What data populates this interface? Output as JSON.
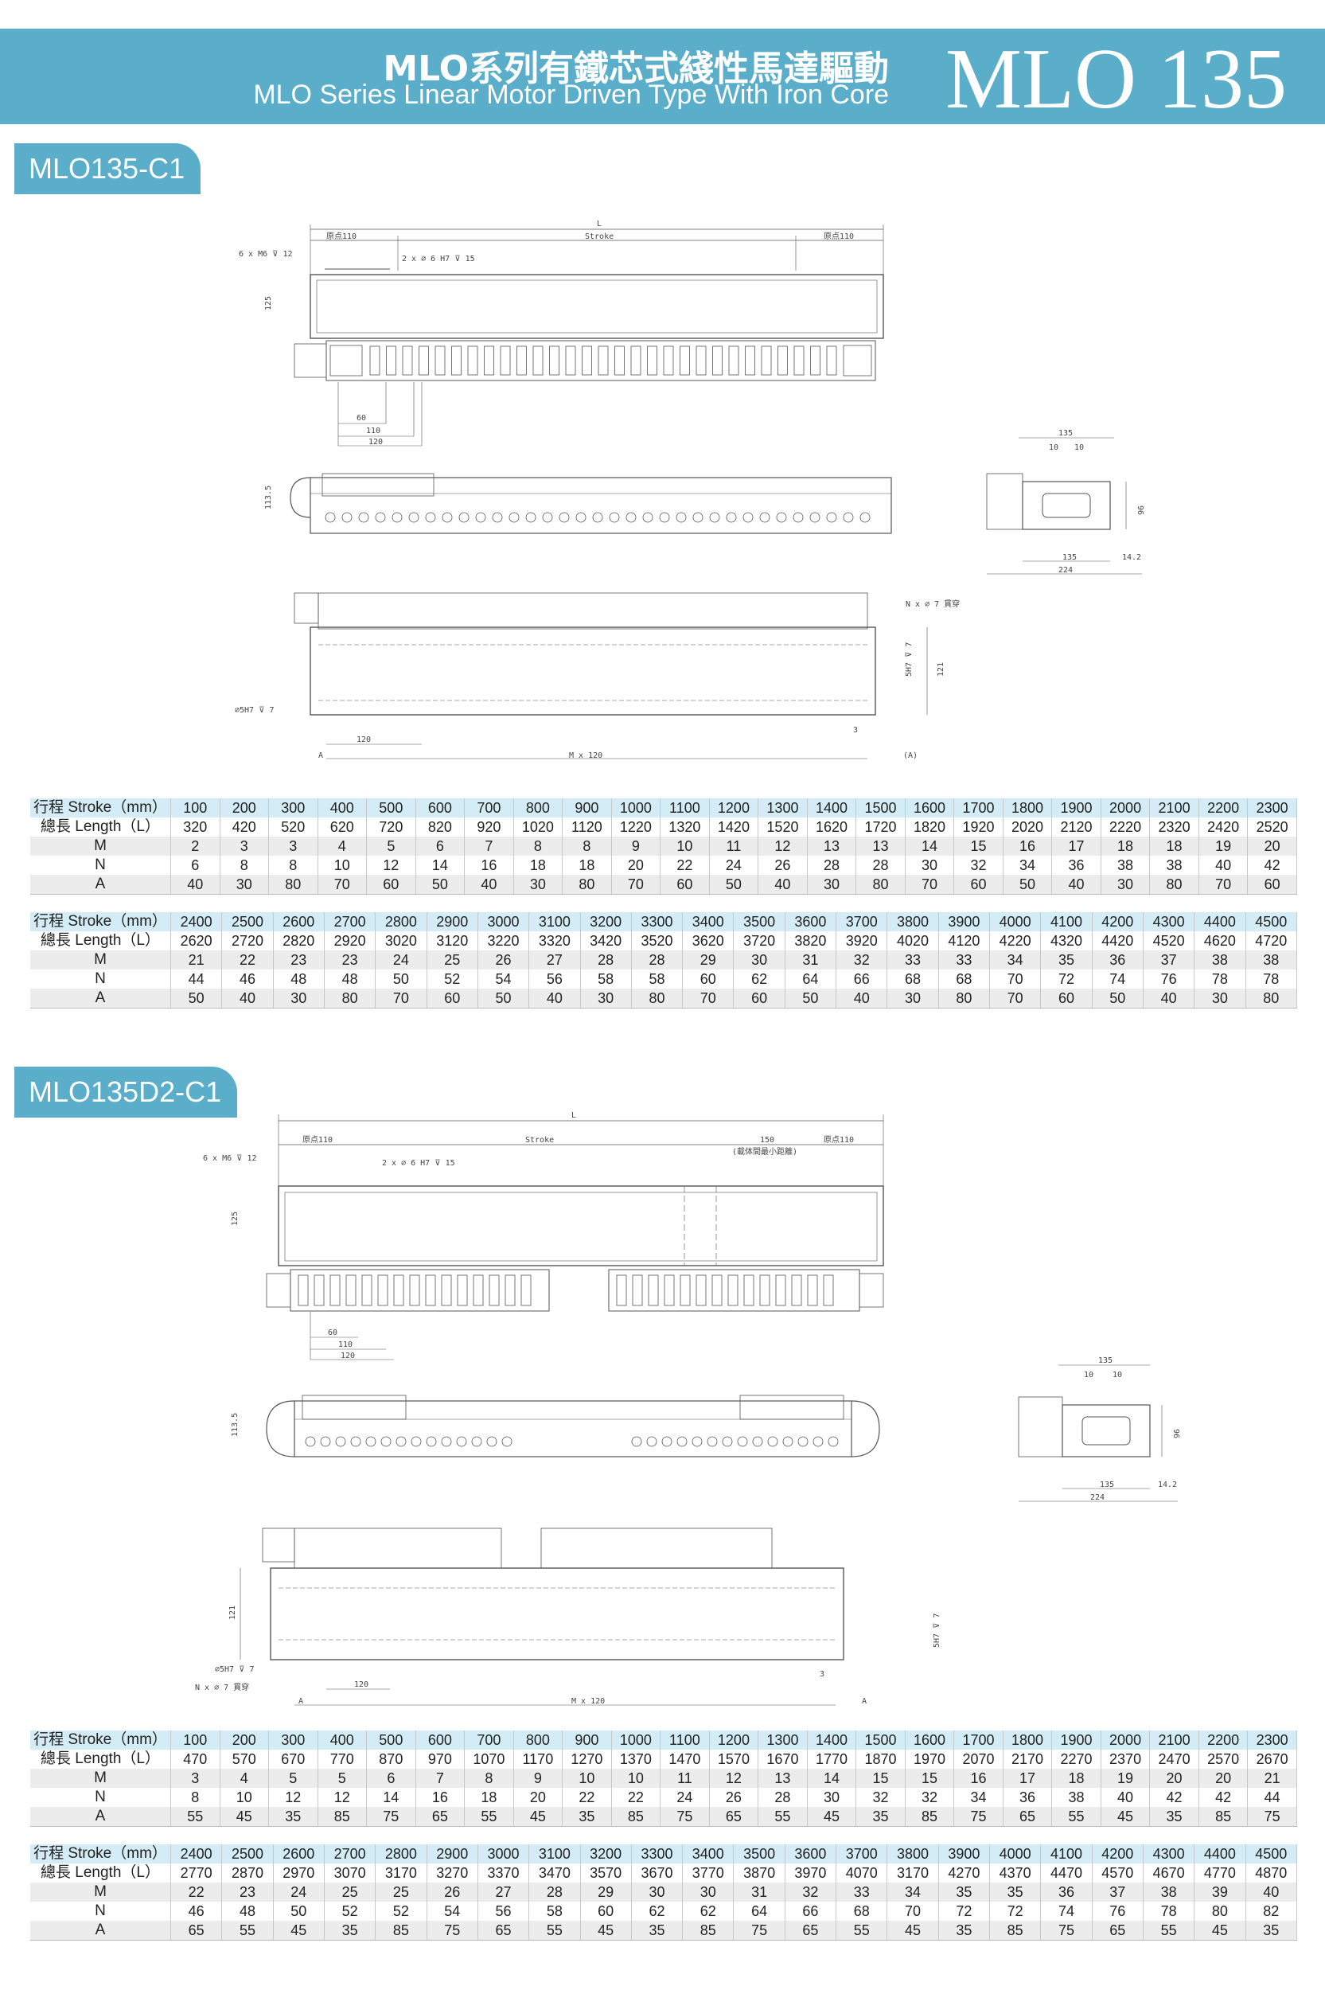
{
  "header": {
    "title_zh": "MLO系列有鐵芯式綫性馬達驅動",
    "title_en": "MLO Series Linear Motor Driven Type With Iron Core",
    "model": "MLO 135"
  },
  "sections": [
    {
      "title": "MLO135-C1",
      "drawing": {
        "top": {
          "L": "L",
          "stroke": "Stroke",
          "origin_left": "原点110",
          "origin_right": "原点110",
          "bolt": "6 x  M6  ⊽ 12",
          "pin": "2 x  ⌀ 6 H7 ⊽ 15",
          "height": "125",
          "d60": "60",
          "d110": "110",
          "d120": "120"
        },
        "side": {
          "height": "113.5"
        },
        "end": {
          "w135": "135",
          "d10a": "10",
          "d10b": "10",
          "h96": "96",
          "b135": "135",
          "b142": "14.2",
          "b224": "224"
        },
        "bottom": {
          "nhole": "N x ⌀ 7 貫穿",
          "pin": "⌀5H7 ⊽ 7",
          "d5h7": "5H7 ⊽ 7",
          "h121": "121",
          "d120": "120",
          "d3": "3",
          "a_left": "A",
          "mx": "M x 120",
          "a_right": "(A)"
        }
      },
      "tables": [
        {
          "rows": [
            {
              "label": "行程 Stroke（mm）",
              "values": [
                "100",
                "200",
                "300",
                "400",
                "500",
                "600",
                "700",
                "800",
                "900",
                "1000",
                "1100",
                "1200",
                "1300",
                "1400",
                "1500",
                "1600",
                "1700",
                "1800",
                "1900",
                "2000",
                "2100",
                "2200",
                "2300"
              ]
            },
            {
              "label": "總長 Length（L）",
              "values": [
                "320",
                "420",
                "520",
                "620",
                "720",
                "820",
                "920",
                "1020",
                "1120",
                "1220",
                "1320",
                "1420",
                "1520",
                "1620",
                "1720",
                "1820",
                "1920",
                "2020",
                "2120",
                "2220",
                "2320",
                "2420",
                "2520"
              ]
            },
            {
              "label": "M",
              "values": [
                "2",
                "3",
                "3",
                "4",
                "5",
                "6",
                "7",
                "8",
                "8",
                "9",
                "10",
                "11",
                "12",
                "13",
                "13",
                "14",
                "15",
                "16",
                "17",
                "18",
                "18",
                "19",
                "20"
              ]
            },
            {
              "label": "N",
              "values": [
                "6",
                "8",
                "8",
                "10",
                "12",
                "14",
                "16",
                "18",
                "18",
                "20",
                "22",
                "24",
                "26",
                "28",
                "28",
                "30",
                "32",
                "34",
                "36",
                "38",
                "38",
                "40",
                "42"
              ]
            },
            {
              "label": "A",
              "values": [
                "40",
                "30",
                "80",
                "70",
                "60",
                "50",
                "40",
                "30",
                "80",
                "70",
                "60",
                "50",
                "40",
                "30",
                "80",
                "70",
                "60",
                "50",
                "40",
                "30",
                "80",
                "70",
                "60"
              ]
            }
          ]
        },
        {
          "rows": [
            {
              "label": "行程 Stroke（mm）",
              "values": [
                "2400",
                "2500",
                "2600",
                "2700",
                "2800",
                "2900",
                "3000",
                "3100",
                "3200",
                "3300",
                "3400",
                "3500",
                "3600",
                "3700",
                "3800",
                "3900",
                "4000",
                "4100",
                "4200",
                "4300",
                "4400",
                "4500"
              ]
            },
            {
              "label": "總長 Length（L）",
              "values": [
                "2620",
                "2720",
                "2820",
                "2920",
                "3020",
                "3120",
                "3220",
                "3320",
                "3420",
                "3520",
                "3620",
                "3720",
                "3820",
                "3920",
                "4020",
                "4120",
                "4220",
                "4320",
                "4420",
                "4520",
                "4620",
                "4720"
              ]
            },
            {
              "label": "M",
              "values": [
                "21",
                "22",
                "23",
                "23",
                "24",
                "25",
                "26",
                "27",
                "28",
                "28",
                "29",
                "30",
                "31",
                "32",
                "33",
                "33",
                "34",
                "35",
                "36",
                "37",
                "38",
                "38"
              ]
            },
            {
              "label": "N",
              "values": [
                "44",
                "46",
                "48",
                "48",
                "50",
                "52",
                "54",
                "56",
                "58",
                "58",
                "60",
                "62",
                "64",
                "66",
                "68",
                "68",
                "70",
                "72",
                "74",
                "76",
                "78",
                "78"
              ]
            },
            {
              "label": "A",
              "values": [
                "50",
                "40",
                "30",
                "80",
                "70",
                "60",
                "50",
                "40",
                "30",
                "80",
                "70",
                "60",
                "50",
                "40",
                "30",
                "80",
                "70",
                "60",
                "50",
                "40",
                "30",
                "80"
              ]
            }
          ]
        }
      ]
    },
    {
      "title": "MLO135D2-C1",
      "drawing": {
        "top": {
          "L": "L",
          "stroke": "Stroke",
          "origin_left": "原点110",
          "origin_right": "原点110",
          "gap": "150",
          "gap_note": "(載体間最小距離)",
          "bolt": "6 x  M6  ⊽ 12",
          "pin": "2 x  ⌀ 6 H7 ⊽ 15",
          "height": "125",
          "d60": "60",
          "d110": "110",
          "d120": "120"
        },
        "side": {
          "height": "113.5"
        },
        "end": {
          "w135": "135",
          "d10a": "10",
          "d10b": "10",
          "h96": "96",
          "b135": "135",
          "b142": "14.2",
          "b224": "224"
        },
        "bottom": {
          "nhole": "N x ⌀ 7 貫穿",
          "pin": "⌀5H7 ⊽ 7",
          "d5h7": "5H7 ⊽ 7",
          "h121": "121",
          "d120": "120",
          "d3": "3",
          "a_left": "A",
          "mx": "M x 120",
          "a_right": "A"
        }
      },
      "tables": [
        {
          "rows": [
            {
              "label": "行程 Stroke（mm）",
              "values": [
                "100",
                "200",
                "300",
                "400",
                "500",
                "600",
                "700",
                "800",
                "900",
                "1000",
                "1100",
                "1200",
                "1300",
                "1400",
                "1500",
                "1600",
                "1700",
                "1800",
                "1900",
                "2000",
                "2100",
                "2200",
                "2300"
              ]
            },
            {
              "label": "總長 Length（L）",
              "values": [
                "470",
                "570",
                "670",
                "770",
                "870",
                "970",
                "1070",
                "1170",
                "1270",
                "1370",
                "1470",
                "1570",
                "1670",
                "1770",
                "1870",
                "1970",
                "2070",
                "2170",
                "2270",
                "2370",
                "2470",
                "2570",
                "2670"
              ]
            },
            {
              "label": "M",
              "values": [
                "3",
                "4",
                "5",
                "5",
                "6",
                "7",
                "8",
                "9",
                "10",
                "10",
                "11",
                "12",
                "13",
                "14",
                "15",
                "15",
                "16",
                "17",
                "18",
                "19",
                "20",
                "20",
                "21"
              ]
            },
            {
              "label": "N",
              "values": [
                "8",
                "10",
                "12",
                "12",
                "14",
                "16",
                "18",
                "20",
                "22",
                "22",
                "24",
                "26",
                "28",
                "30",
                "32",
                "32",
                "34",
                "36",
                "38",
                "40",
                "42",
                "42",
                "44"
              ]
            },
            {
              "label": "A",
              "values": [
                "55",
                "45",
                "35",
                "85",
                "75",
                "65",
                "55",
                "45",
                "35",
                "85",
                "75",
                "65",
                "55",
                "45",
                "35",
                "85",
                "75",
                "65",
                "55",
                "45",
                "35",
                "85",
                "75"
              ]
            }
          ]
        },
        {
          "rows": [
            {
              "label": "行程 Stroke（mm）",
              "values": [
                "2400",
                "2500",
                "2600",
                "2700",
                "2800",
                "2900",
                "3000",
                "3100",
                "3200",
                "3300",
                "3400",
                "3500",
                "3600",
                "3700",
                "3800",
                "3900",
                "4000",
                "4100",
                "4200",
                "4300",
                "4400",
                "4500"
              ]
            },
            {
              "label": "總長 Length（L）",
              "values": [
                "2770",
                "2870",
                "2970",
                "3070",
                "3170",
                "3270",
                "3370",
                "3470",
                "3570",
                "3670",
                "3770",
                "3870",
                "3970",
                "4070",
                "3170",
                "4270",
                "4370",
                "4470",
                "4570",
                "4670",
                "4770",
                "4870"
              ]
            },
            {
              "label": "M",
              "values": [
                "22",
                "23",
                "24",
                "25",
                "25",
                "26",
                "27",
                "28",
                "29",
                "30",
                "30",
                "31",
                "32",
                "33",
                "34",
                "35",
                "35",
                "36",
                "37",
                "38",
                "39",
                "40"
              ]
            },
            {
              "label": "N",
              "values": [
                "46",
                "48",
                "50",
                "52",
                "52",
                "54",
                "56",
                "58",
                "60",
                "62",
                "62",
                "64",
                "66",
                "68",
                "70",
                "72",
                "72",
                "74",
                "76",
                "78",
                "80",
                "82"
              ]
            },
            {
              "label": "A",
              "values": [
                "65",
                "55",
                "45",
                "35",
                "85",
                "75",
                "65",
                "55",
                "45",
                "35",
                "85",
                "75",
                "65",
                "55",
                "45",
                "35",
                "85",
                "75",
                "65",
                "55",
                "45",
                "35"
              ]
            }
          ]
        }
      ]
    }
  ]
}
